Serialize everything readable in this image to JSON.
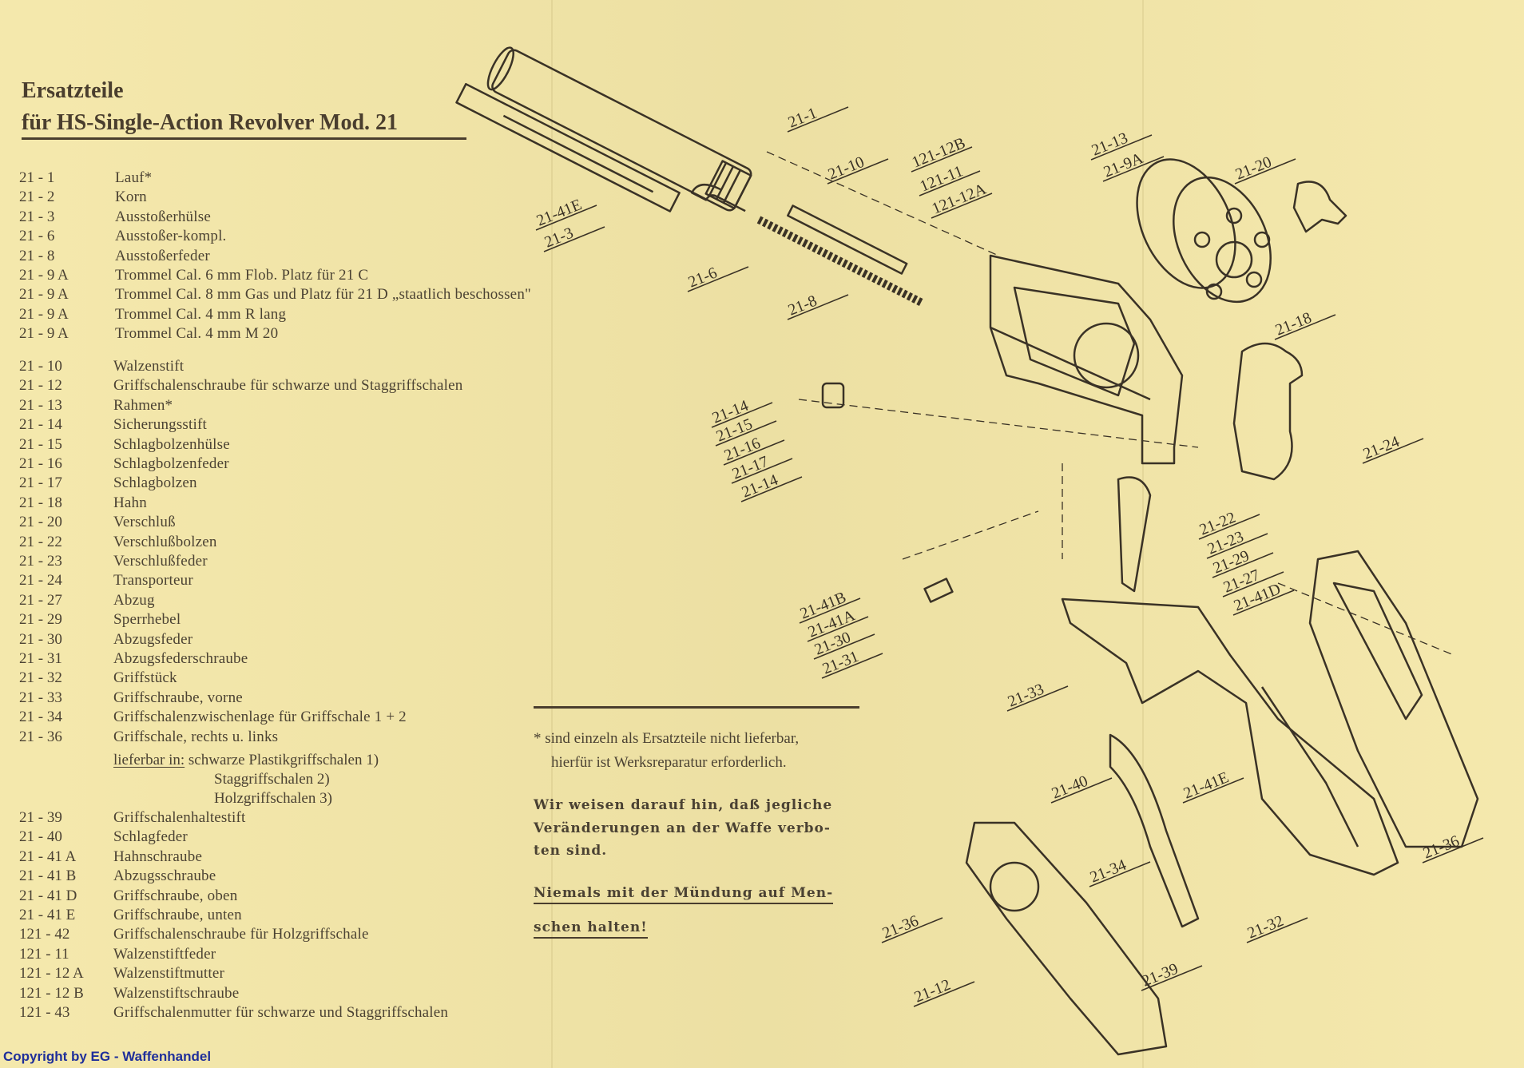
{
  "header": {
    "title": "Ersatzteile",
    "subtitle": "für HS-Single-Action Revolver Mod. 21"
  },
  "parts_group_1": [
    {
      "no": "21 -  1",
      "name": "Lauf*"
    },
    {
      "no": "21 -  2",
      "name": "Korn"
    },
    {
      "no": "21 -  3",
      "name": "Ausstoßerhülse"
    },
    {
      "no": "21 -  6",
      "name": "Ausstoßer-kompl."
    },
    {
      "no": "21 -  8",
      "name": "Ausstoßerfeder"
    },
    {
      "no": "21 -  9 A",
      "name": "Trommel Cal. 6 mm Flob. Platz für 21 C"
    },
    {
      "no": "21 -  9 A",
      "name": "Trommel Cal. 8 mm Gas und Platz für 21 D „staatlich beschossen\""
    },
    {
      "no": "21 -  9 A",
      "name": "Trommel  Cal. 4 mm  R  lang"
    },
    {
      "no": "21 -  9 A",
      "name": "Trommel  Cal. 4 mm  M 20"
    }
  ],
  "parts_group_2": [
    {
      "no": "21 - 10",
      "name": "Walzenstift"
    },
    {
      "no": "21 - 12",
      "name": "Griffschalenschraube  für  schwarze  und  Staggriffschalen"
    },
    {
      "no": "21 - 13",
      "name": "Rahmen*"
    },
    {
      "no": "21 - 14",
      "name": "Sicherungsstift"
    },
    {
      "no": "21 - 15",
      "name": "Schlagbolzenhülse"
    },
    {
      "no": "21 - 16",
      "name": "Schlagbolzenfeder"
    },
    {
      "no": "21 - 17",
      "name": "Schlagbolzen"
    },
    {
      "no": "21 - 18",
      "name": "Hahn"
    },
    {
      "no": "21 - 20",
      "name": "Verschluß"
    },
    {
      "no": "21 - 22",
      "name": "Verschlußbolzen"
    },
    {
      "no": "21 - 23",
      "name": "Verschlußfeder"
    },
    {
      "no": "21 - 24",
      "name": "Transporteur"
    },
    {
      "no": "21 - 27",
      "name": "Abzug"
    },
    {
      "no": "21 - 29",
      "name": "Sperrhebel"
    },
    {
      "no": "21 - 30",
      "name": "Abzugsfeder"
    },
    {
      "no": "21 - 31",
      "name": "Abzugsfederschraube"
    },
    {
      "no": "21 - 32",
      "name": "Griffstück"
    },
    {
      "no": "21 - 33",
      "name": "Griffschraube,  vorne"
    },
    {
      "no": "21 - 34",
      "name": "Griffschalenzwischenlage  für  Griffschale  1 + 2"
    },
    {
      "no": "21 - 36",
      "name": "Griffschale,  rechts u. links"
    }
  ],
  "availability": {
    "label": "lieferbar in:",
    "options": [
      "schwarze  Plastikgriffschalen  1)",
      "Staggriffschalen  2)",
      "Holzgriffschalen  3)"
    ]
  },
  "parts_group_3": [
    {
      "no": "21 - 39",
      "name": "Griffschalenhaltestift"
    },
    {
      "no": "21 - 40",
      "name": "Schlagfeder"
    },
    {
      "no": "21 - 41 A",
      "name": "Hahnschraube"
    },
    {
      "no": "21 - 41 B",
      "name": "Abzugsschraube"
    },
    {
      "no": "21 - 41 D",
      "name": "Griffschraube,  oben"
    },
    {
      "no": "21 - 41 E",
      "name": "Griffschraube,  unten"
    },
    {
      "no": "121 - 42",
      "name": "Griffschalenschraube  für  Holzgriffschale"
    },
    {
      "no": "121 - 11",
      "name": "Walzenstiftfeder"
    },
    {
      "no": "121 - 12 A",
      "name": "Walzenstiftmutter"
    },
    {
      "no": "121 - 12 B",
      "name": "Walzenstiftschraube"
    },
    {
      "no": "121 - 43",
      "name": "Griffschalenmutter  für  schwarze  und  Staggriffschalen"
    }
  ],
  "notes": {
    "footnote": [
      "*  sind  einzeln  als  Ersatzteile  nicht  lieferbar,",
      "hierfür  ist  Werksreparatur  erforderlich."
    ],
    "warning": [
      "Wir  weisen  darauf  hin,  daß  jegliche",
      "Veränderungen  an  der  Waffe  verbo-",
      "ten  sind."
    ],
    "safety": [
      "Niemals  mit  der  Mündung  auf  Men-",
      "schen  halten!"
    ]
  },
  "diagram_callouts": [
    "21-1",
    "21-10",
    "121-12B",
    "121-11",
    "121-12A",
    "21-13",
    "21-9A",
    "21-20",
    "21-41E",
    "21-3",
    "21-6",
    "21-8",
    "21-18",
    "21-14",
    "21-15",
    "21-16",
    "21-17",
    "21-14",
    "21-24",
    "21-22",
    "21-23",
    "21-29",
    "21-27",
    "21-41D",
    "21-41B",
    "21-41A",
    "21-30",
    "21-31",
    "21-33",
    "21-41E",
    "21-40",
    "21-34",
    "21-36",
    "21-32",
    "21-36",
    "21-39",
    "21-12"
  ],
  "copyright": "Copyright by EG - Waffenhandel",
  "colors": {
    "paper": "#f4e7a8",
    "ink": "#4b4233",
    "copyright": "#1f2f9a"
  }
}
